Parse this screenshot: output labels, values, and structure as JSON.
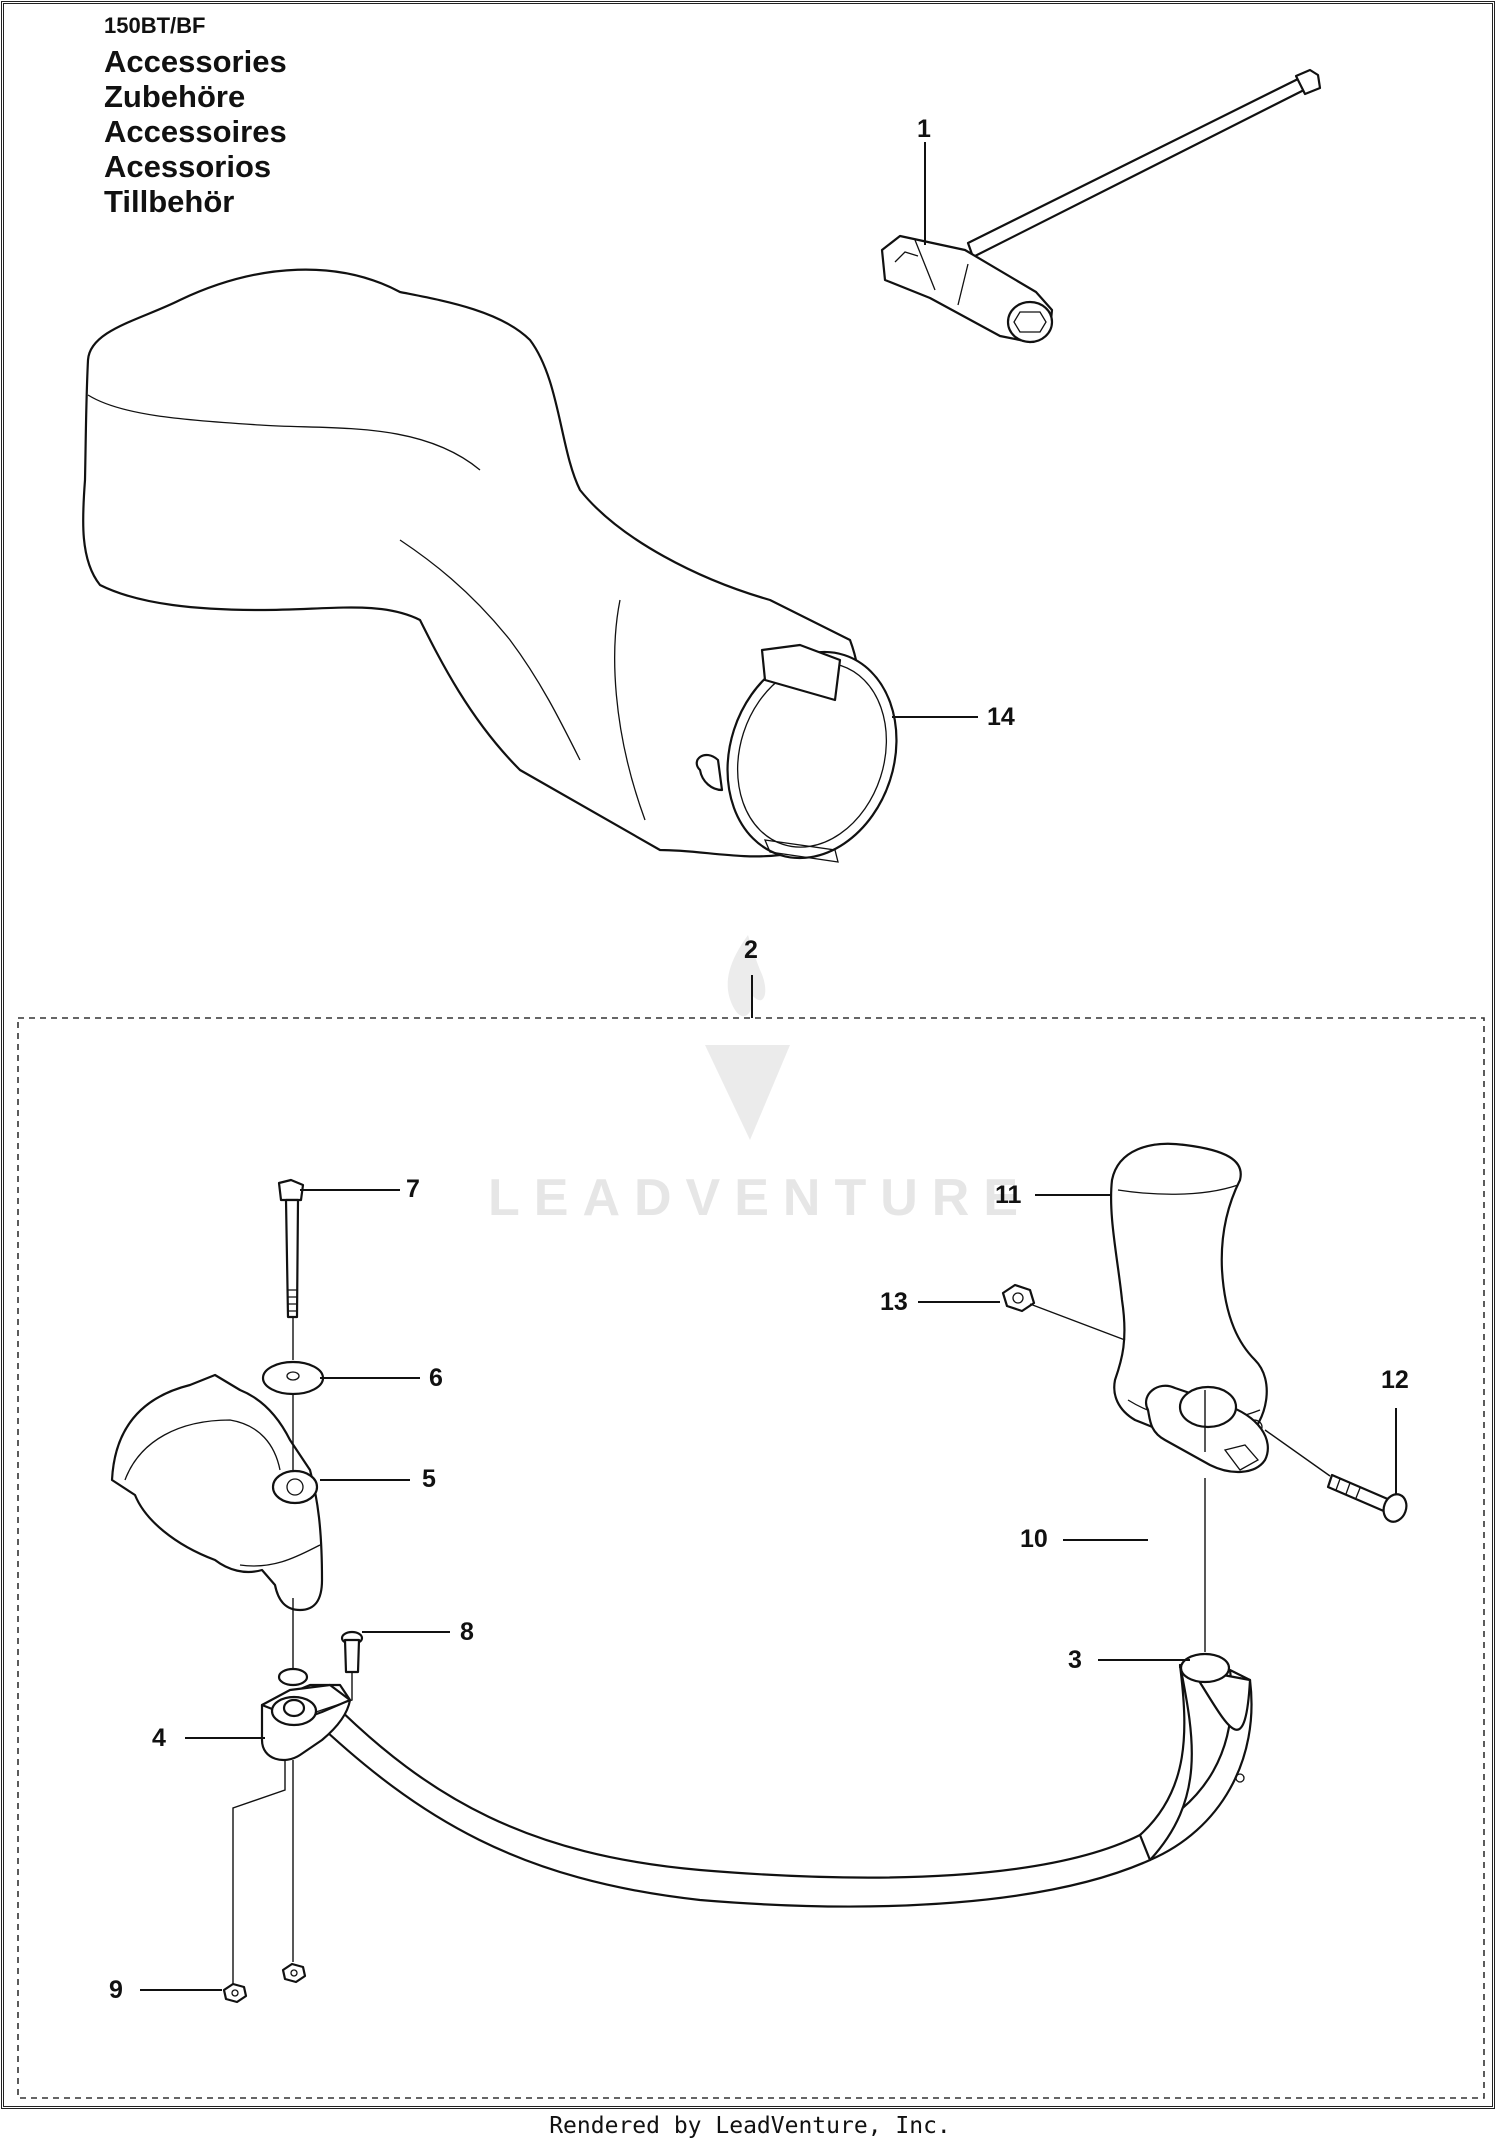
{
  "title": {
    "model": "150BT/BF",
    "names": [
      "Accessories",
      "Zubehöre",
      "Accessoires",
      "Acessorios",
      "Tillbehör"
    ]
  },
  "callouts": [
    {
      "id": "1",
      "label": "1"
    },
    {
      "id": "2",
      "label": "2"
    },
    {
      "id": "3",
      "label": "3"
    },
    {
      "id": "4",
      "label": "4"
    },
    {
      "id": "5",
      "label": "5"
    },
    {
      "id": "6",
      "label": "6"
    },
    {
      "id": "7",
      "label": "7"
    },
    {
      "id": "8",
      "label": "8"
    },
    {
      "id": "9",
      "label": "9"
    },
    {
      "id": "10",
      "label": "10"
    },
    {
      "id": "11",
      "label": "11"
    },
    {
      "id": "12",
      "label": "12"
    },
    {
      "id": "13",
      "label": "13"
    },
    {
      "id": "14",
      "label": "14"
    }
  ],
  "watermark": "LEADVENTURE",
  "footer": "Rendered by LeadVenture, Inc."
}
